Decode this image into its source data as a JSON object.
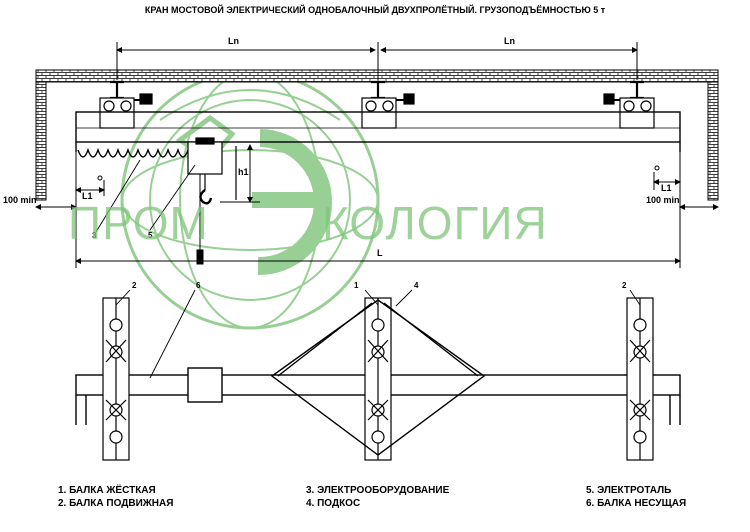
{
  "title": "КРАН МОСТОВОЙ ЭЛЕКТРИЧЕСКИЙ ОДНОБАЛОЧНЫЙ ДВУХПРОЛЁТНЫЙ. ГРУЗОПОДЪЁМНОСТЬЮ 5 т",
  "dimensions": {
    "span_left": "Ln",
    "span_right": "Ln",
    "hook_height": "h1",
    "overhang_left": "L1",
    "overhang_right": "L1",
    "clearance_left": "100 min",
    "clearance_right": "100 min",
    "total_length": "L"
  },
  "callouts": {
    "top_3": "3",
    "top_5": "5",
    "bottom_1": "1",
    "bottom_2_left": "2",
    "bottom_2_right": "2",
    "bottom_4": "4",
    "bottom_6": "6"
  },
  "legend": {
    "item1": "1. БАЛКА ЖЁСТКАЯ",
    "item2": "2. БАЛКА ПОДВИЖНАЯ",
    "item3": "3. ЭЛЕКТРООБОРУДОВАНИЕ",
    "item4": "4. ПОДКОС",
    "item5": "5. ЭЛЕКТРОТАЛЬ",
    "item6": "6. БАЛКА НЕСУЩАЯ"
  },
  "watermark": {
    "word_left": "ПРОМ",
    "word_right": "КОЛОГИЯ",
    "color": "#7fc47a"
  }
}
